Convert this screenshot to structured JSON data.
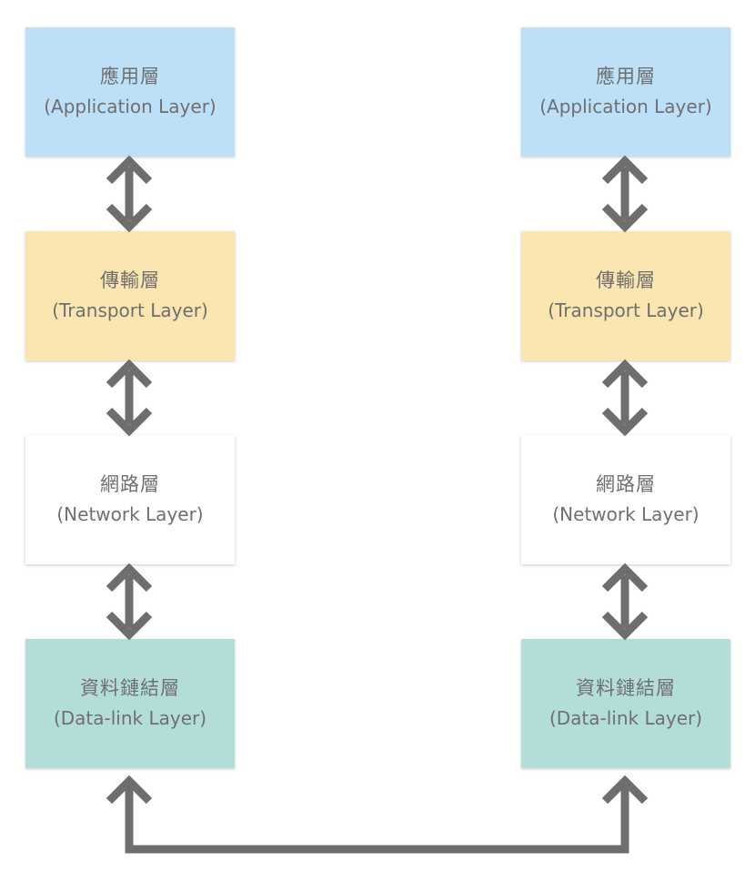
{
  "colors": {
    "application": "#bedff8",
    "transport": "#fbe6b2",
    "network": "#ffffff",
    "datalink": "#b3ddd9",
    "arrow": "#6e6e6e",
    "text": "#6f6f6f"
  },
  "stacks": [
    {
      "layers": [
        {
          "zh": "應用層",
          "en": "(Application Layer)"
        },
        {
          "zh": "傳輸層",
          "en": "(Transport Layer)"
        },
        {
          "zh": "網路層",
          "en": "(Network Layer)"
        },
        {
          "zh": "資料鏈結層",
          "en": "(Data-link Layer)"
        }
      ]
    },
    {
      "layers": [
        {
          "zh": "應用層",
          "en": "(Application Layer)"
        },
        {
          "zh": "傳輸層",
          "en": "(Transport Layer)"
        },
        {
          "zh": "網路層",
          "en": "(Network Layer)"
        },
        {
          "zh": "資料鏈結層",
          "en": "(Data-link Layer)"
        }
      ]
    }
  ]
}
